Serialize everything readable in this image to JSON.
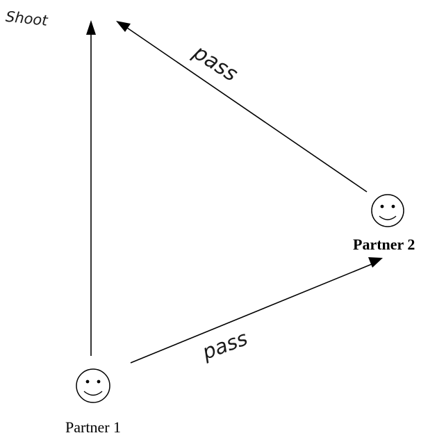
{
  "diagram": {
    "shoot_label": "Shoot",
    "pass_top_label": "pass",
    "pass_bottom_label": "pass",
    "partner1_label": "Partner 1",
    "partner2_label": "Partner 2",
    "partner1_icon": "smiley-face-icon",
    "partner2_icon": "smiley-face-icon",
    "colors": {
      "ink": "#000000",
      "background": "#ffffff"
    }
  }
}
